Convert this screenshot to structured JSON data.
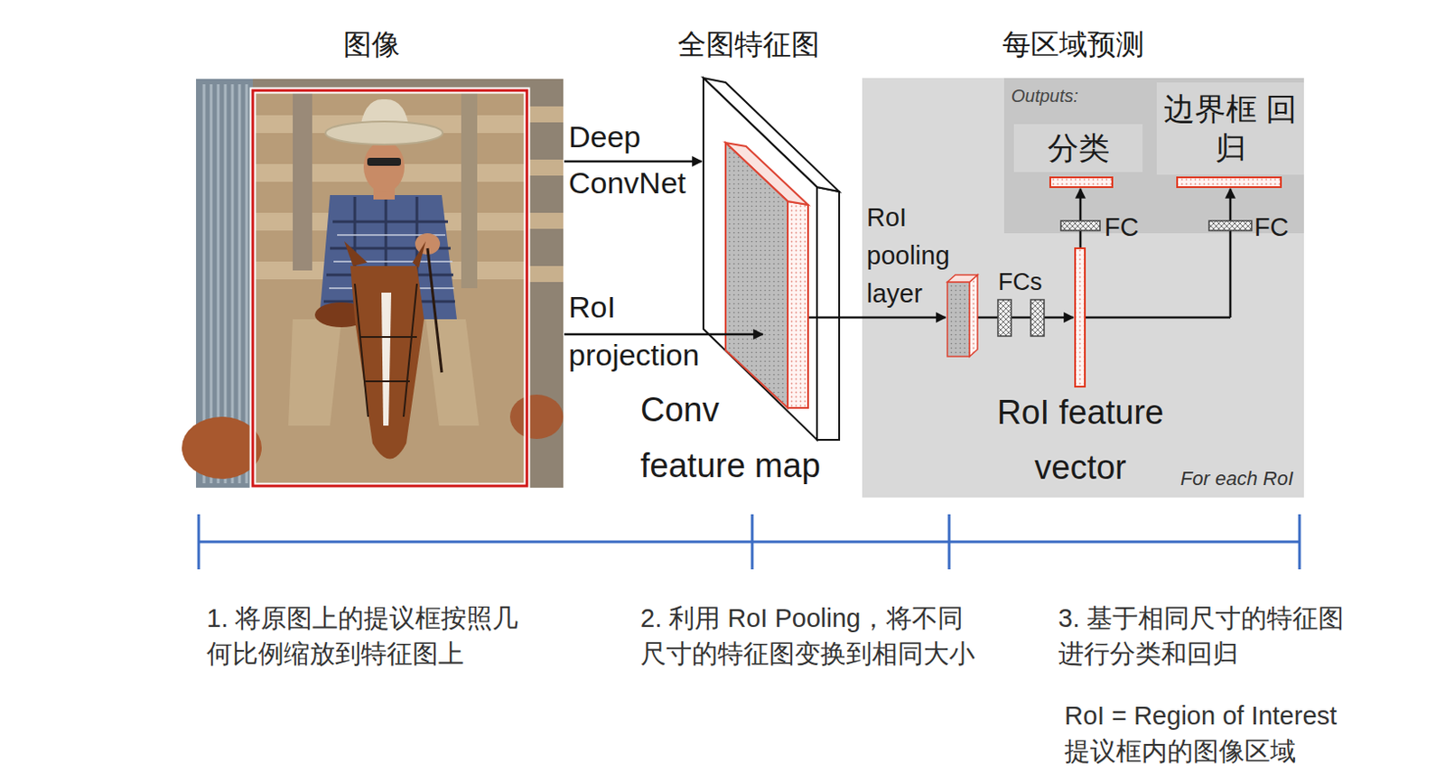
{
  "diagram": {
    "nodes": [
      {
        "text": [
          "For each RoI"
        ]
      },
      {
        "text": [
          "Outputs:"
        ],
        "in": 0
      },
      {
        "text": [
          "分类"
        ],
        "in": 1
      },
      {
        "text": [
          "边界框 回归"
        ],
        "in": 1
      }
    ],
    "labels": [
      "图像",
      "全图特征图",
      "每区域预测",
      "Deep ConvNet",
      "RoI projection",
      "Conv feature map",
      "RoI pooling layer",
      "FCs",
      "FC",
      "FC",
      "RoI feature vector",
      "1. 将原图上的提议框按照几何比例缩放到特征图上",
      "2. 利用 RoI Pooling，将不同尺寸的特征图变换到相同大小",
      "3. 基于相同尺寸的特征图进行分类和回归",
      "RoI = Region of Interest 提议框内的图像区域"
    ]
  }
}
